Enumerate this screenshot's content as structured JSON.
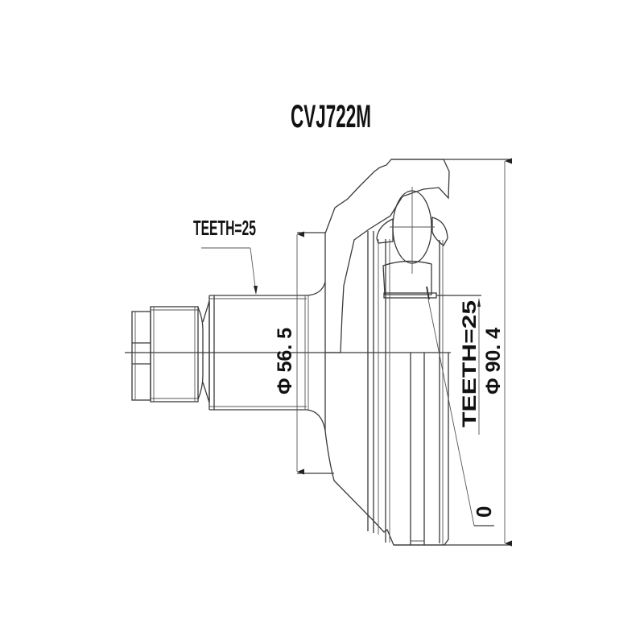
{
  "drawing": {
    "part_number": "CVJ722M",
    "labels": {
      "outer_spline": "TEETH=25",
      "inner_spline": "TEETH=25",
      "shaft_diameter": "Φ 56. 5",
      "outer_diameter": "Φ 90. 4",
      "abs_ring": "0"
    },
    "colors": {
      "line": "#3a3a3a",
      "text": "#111111",
      "background": "#ffffff"
    }
  }
}
